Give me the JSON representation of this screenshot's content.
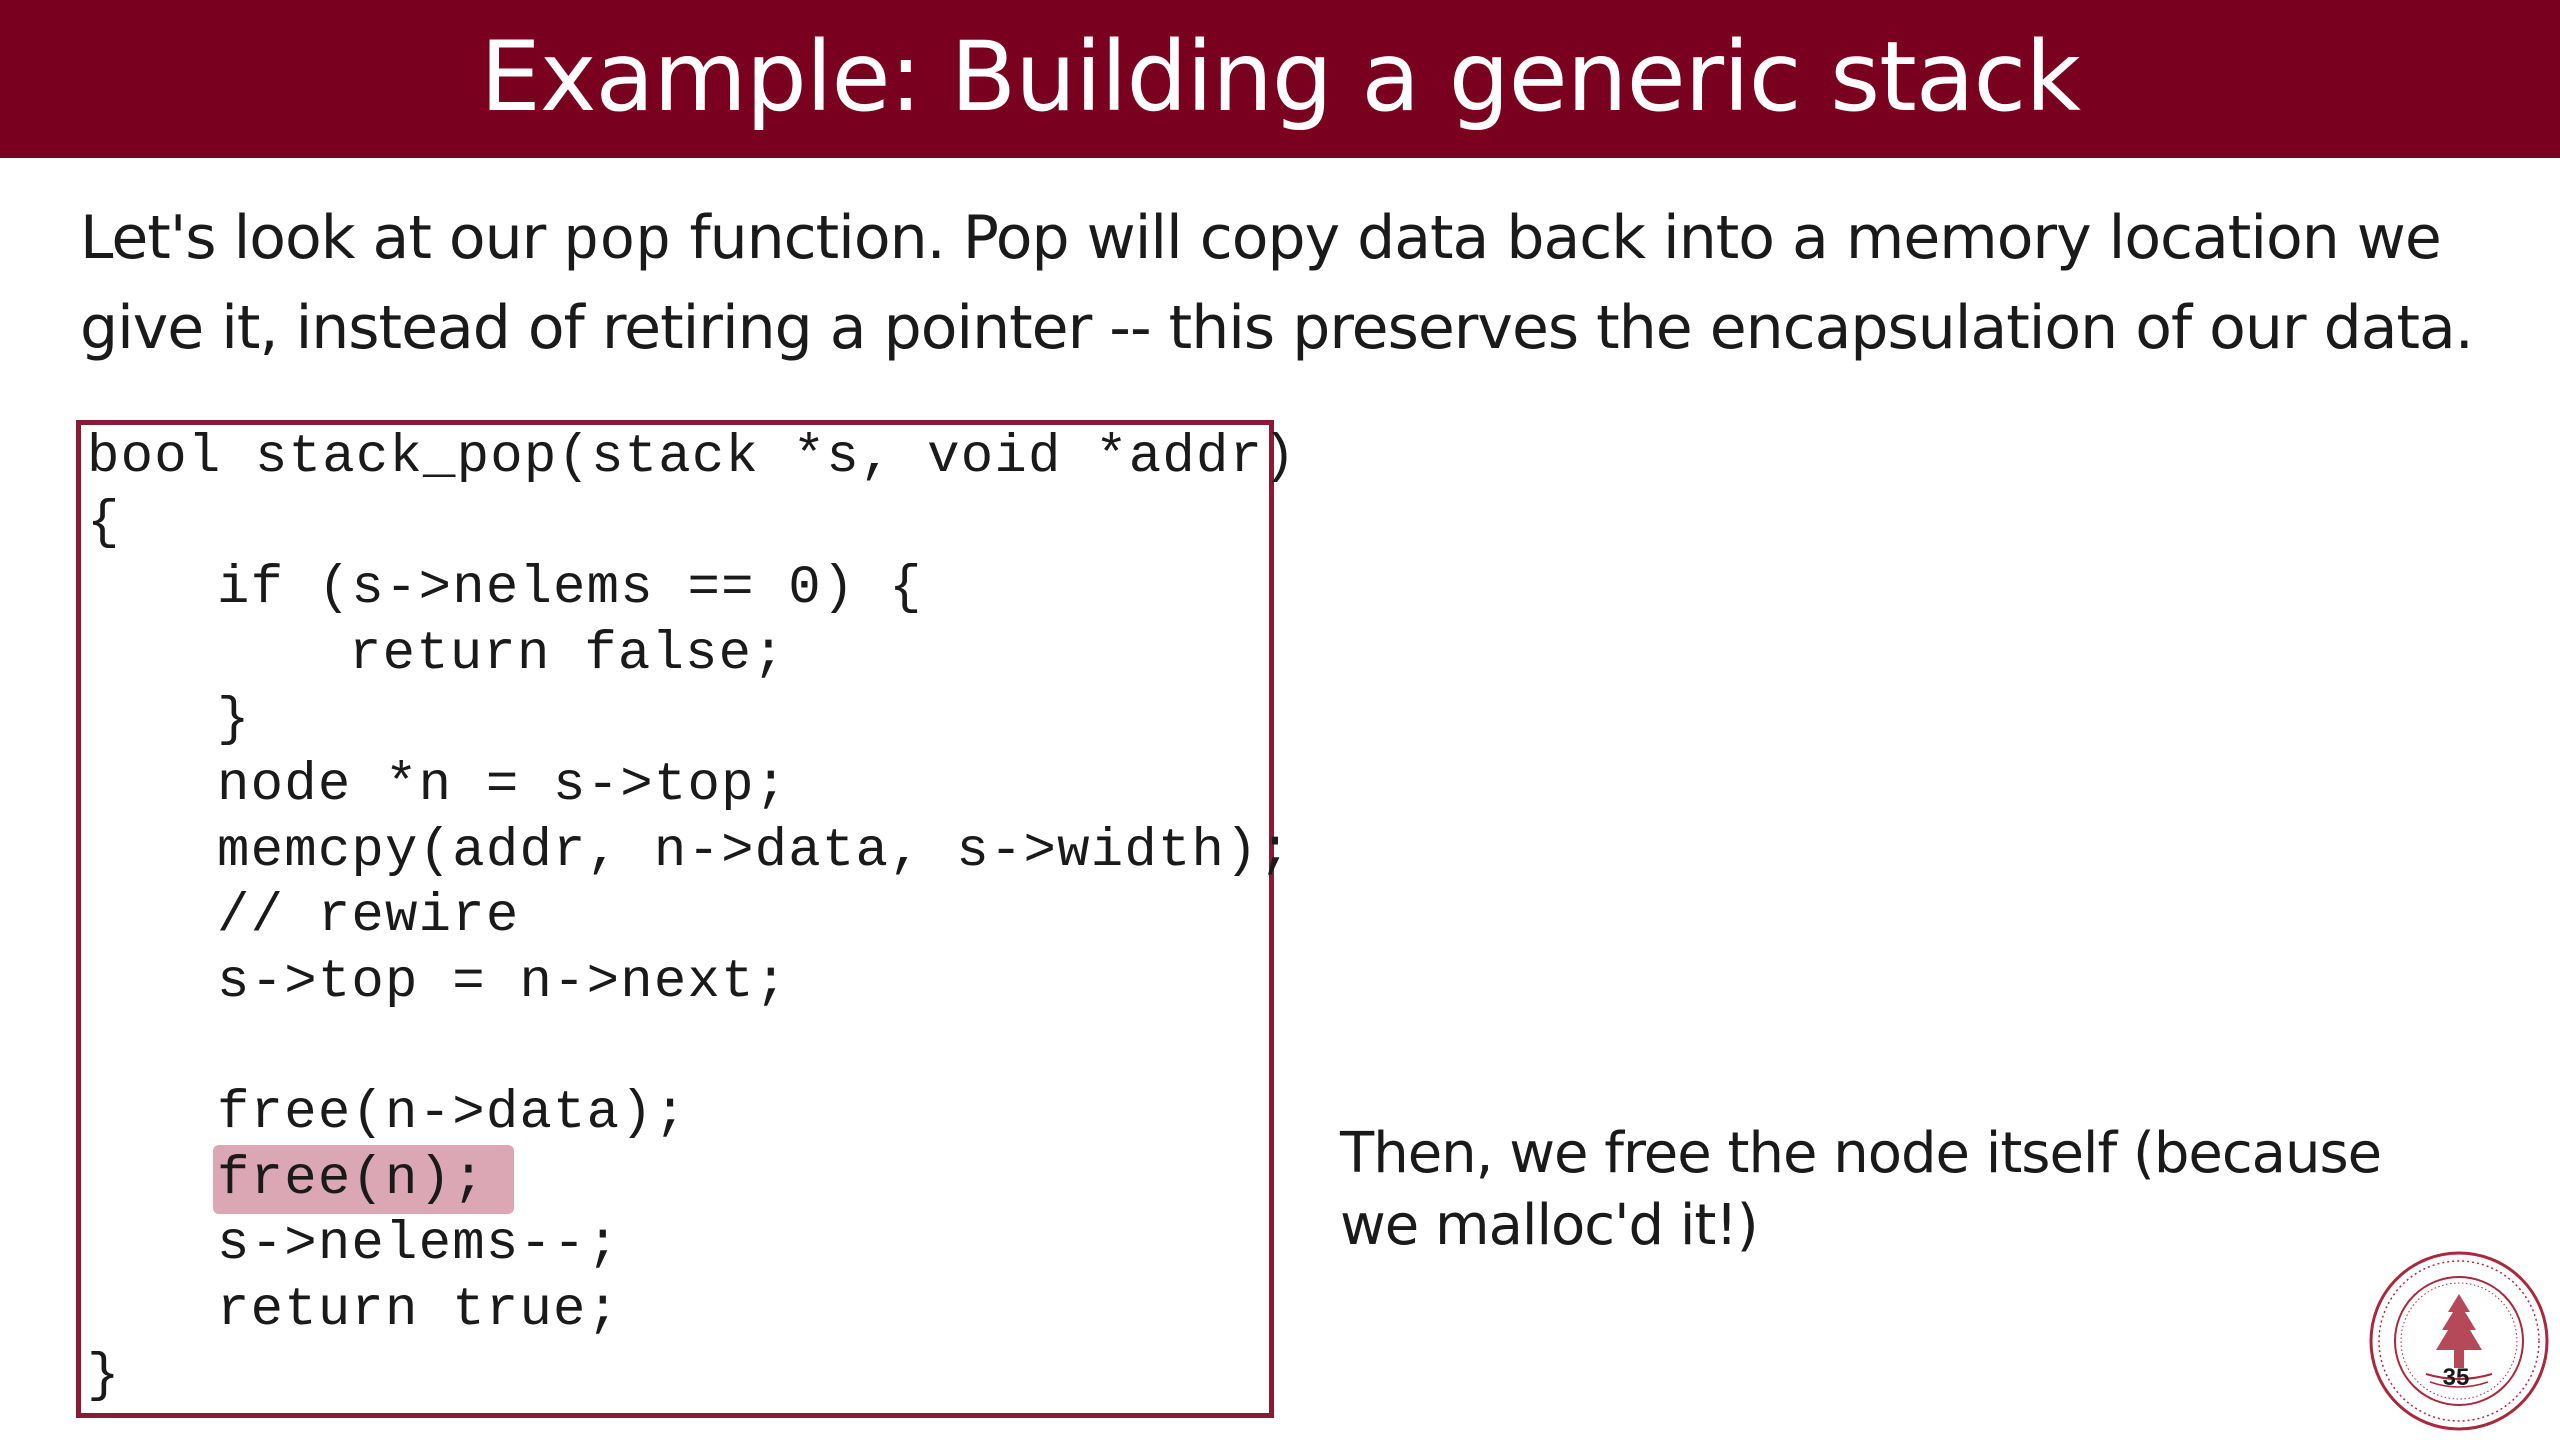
{
  "slide": {
    "title": "Example: Building a generic stack",
    "intro_part1": "Let's look at our ",
    "intro_code": "pop",
    "intro_part2": " function. Pop will copy data back into a memory location we give it, instead of retiring a pointer -- this preserves the encapsulation of our data.",
    "code_lines": [
      "bool stack_pop(stack *s, void *addr)",
      "{",
      "if (s->nelems == 0) {",
      "return false;",
      "}",
      "node *n = s->top;",
      "memcpy(addr, n->data, s->width);",
      "// rewire",
      "s->top = n->next;",
      "",
      "free(n->data);",
      "free(n);",
      "s->nelems--;",
      "return true;",
      "}"
    ],
    "side_note": "Then, we free the node itself (because we malloc'd it!)",
    "page_number": "35"
  },
  "colors": {
    "title_bar": "#7a0020",
    "code_border": "#8c1a34",
    "highlight": "#dca7b5"
  },
  "icons": {
    "seal": "university-seal-icon"
  }
}
